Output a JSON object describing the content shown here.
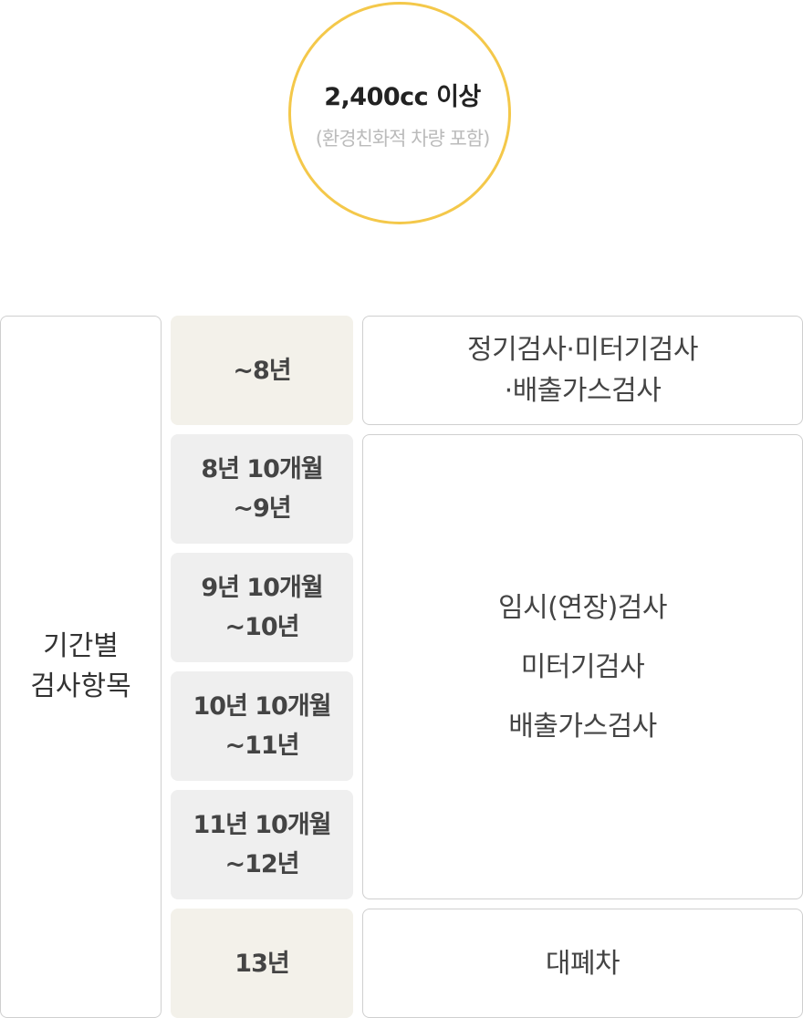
{
  "badge": {
    "title": "2,400cc 이상",
    "subtitle": "(환경친화적 차량 포함)"
  },
  "table": {
    "category": {
      "line1": "기간별",
      "line2": "검사항목"
    },
    "periods": [
      {
        "line1": "~8년",
        "line2": ""
      },
      {
        "line1": "8년 10개월",
        "line2": "~9년"
      },
      {
        "line1": "9년 10개월",
        "line2": "~10년"
      },
      {
        "line1": "10년 10개월",
        "line2": "~11년"
      },
      {
        "line1": "11년 10개월",
        "line2": "~12년"
      },
      {
        "line1": "13년",
        "line2": ""
      }
    ],
    "results": {
      "first": {
        "line1": "정기검사·미터기검사",
        "line2": "·배출가스검사"
      },
      "middle": [
        "임시(연장)검사",
        "미터기검사",
        "배출가스검사"
      ],
      "last": "대폐차"
    }
  },
  "colors": {
    "circle_border": "#f4c84a",
    "beige_cell": "#f3f1ea",
    "gray_cell": "#efefef",
    "outline": "#cfcfcf"
  }
}
